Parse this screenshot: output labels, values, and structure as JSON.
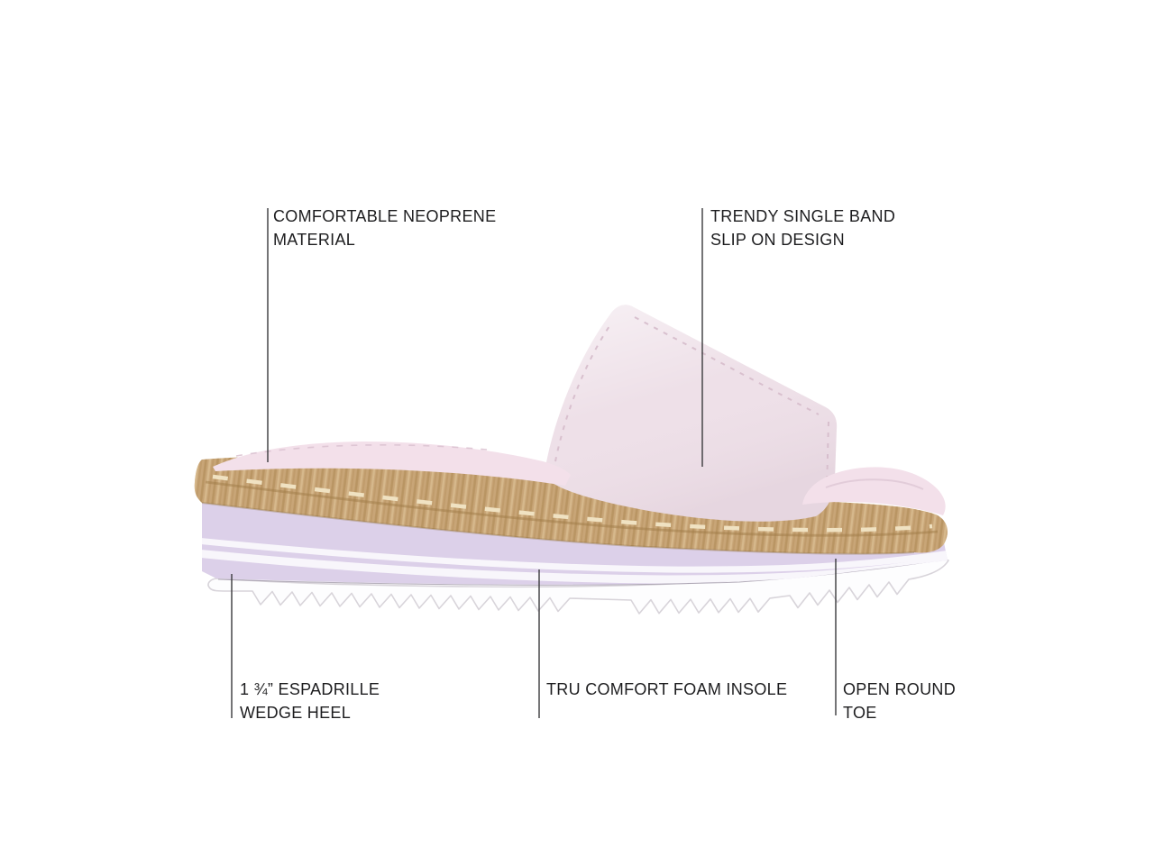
{
  "figure": {
    "background": "#ffffff",
    "subject": "platform espadrille slide sandal, side view"
  },
  "shoe": {
    "colors": {
      "band": "#eee0e8",
      "footbed": "#f3e0ea",
      "jute": "#c8a577",
      "jute_seam": "#a07c48",
      "stitch": "#f0e2c2",
      "wedge": "#dcd0e9",
      "wedge_stripe": "#f8f6fb",
      "outsole": "#fdfdfe",
      "outsole_edge": "#d8d4da"
    }
  },
  "callouts": {
    "line_color": "#3a3a3c",
    "text_color": "#1d1d1f",
    "items": [
      {
        "id": "neoprene-material",
        "line1": "COMFORTABLE NEOPRENE",
        "line2": "MATERIAL"
      },
      {
        "id": "single-band",
        "line1": "TRENDY SINGLE BAND",
        "line2": "SLIP ON DESIGN"
      },
      {
        "id": "wedge-heel",
        "line1": "1 ¾” ESPADRILLE",
        "line2": "WEDGE HEEL"
      },
      {
        "id": "foam-insole",
        "line1": "TRU COMFORT FOAM INSOLE",
        "line2": ""
      },
      {
        "id": "open-toe",
        "line1": "OPEN ROUND",
        "line2": "TOE"
      }
    ]
  }
}
